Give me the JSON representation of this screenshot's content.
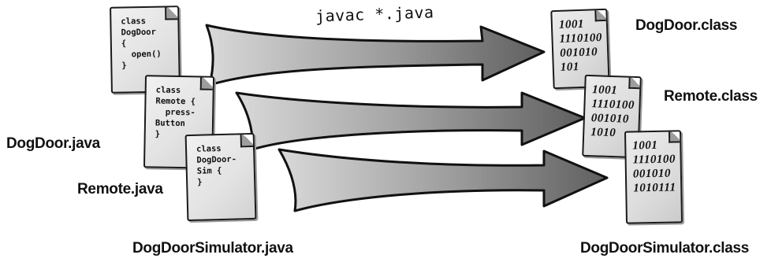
{
  "command": "javac *.java",
  "sources": [
    {
      "label": "DogDoor.java",
      "code": [
        "class",
        "DogDoor",
        "{",
        "  open()",
        "}"
      ]
    },
    {
      "label": "Remote.java",
      "code": [
        "class",
        "Remote {",
        "  press-",
        "Button",
        "}"
      ]
    },
    {
      "label": "DogDoorSimulator.java",
      "code": [
        "class",
        "DogDoor-",
        "Sim {",
        "}"
      ]
    }
  ],
  "outputs": [
    {
      "label": "DogDoor.class",
      "bits": [
        "1001",
        "1110100",
        "001010",
        "101"
      ]
    },
    {
      "label": "Remote.class",
      "bits": [
        "1001",
        "1110100",
        "001010",
        "1010"
      ]
    },
    {
      "label": "DogDoorSimulator.class",
      "bits": [
        "1001",
        "1110100",
        "001010",
        "1010111"
      ]
    }
  ],
  "colors": {
    "arrow_light": "#d6d6d6",
    "arrow_dark": "#6e6e6e",
    "outline": "#111111"
  }
}
